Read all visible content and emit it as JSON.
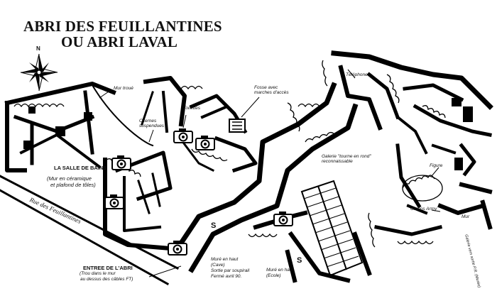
{
  "map": {
    "title_line1": "ABRI DES FEUILLANTINES",
    "title_line2": "OU ABRI LAVAL",
    "north_label": "N",
    "street_label": "Rue des Feuillantines",
    "entrance_marker": "S",
    "exit_marker": "S"
  },
  "labels": {
    "mur_troue": "Mur troué",
    "citernes_line1": "Citernes",
    "citernes_line2": "suspendues",
    "toilettes": "Toilettes",
    "fosse_line1": "Fosse avec",
    "fosse_line2": "marches d'accès",
    "telephone": "Téléphone",
    "salle_title": "LA SALLE DE BAINS",
    "salle_line1": "(Mur en céramique",
    "salle_line2": "et plafond de tôles)",
    "galerie_line1": "Galerie \"tourne en rond\"",
    "galerie_line2": "reconnaissable",
    "figure": "Figure",
    "glubos": "Glubos Army",
    "mur_rond": "Mur",
    "entree_title": "ENTREE DE L'ABRI",
    "entree_line1": "(Trou dans le mur",
    "entree_line2": "au dessus des câbles FT)",
    "mure_cave_1": "Muré en haut",
    "mure_cave_2": "(Cave)",
    "mure_cave_3": "Sortie par soupirail",
    "mure_cave_4": "Fermé avril 90.",
    "mure_ecole_1": "Muré en haut",
    "mure_ecole_2": "(Ecole)",
    "side_note": "Galerie vers sortie P.R. (Murée)"
  },
  "colors": {
    "ink": "#000000",
    "paper": "#ffffff"
  },
  "icons": [
    "camera-icon",
    "compass-rose-icon"
  ]
}
